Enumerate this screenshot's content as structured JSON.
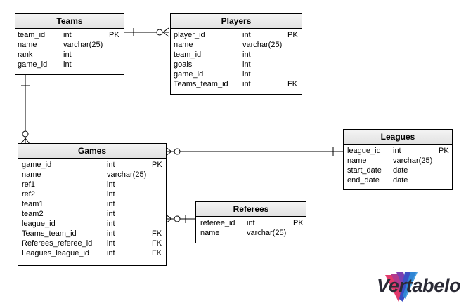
{
  "tables": [
    {
      "key": "teams",
      "name": "Teams",
      "columns": [
        {
          "name": "team_id",
          "type": "int",
          "key": "PK"
        },
        {
          "name": "name",
          "type": "varchar(25)",
          "key": ""
        },
        {
          "name": "rank",
          "type": "int",
          "key": ""
        },
        {
          "name": "game_id",
          "type": "int",
          "key": ""
        }
      ]
    },
    {
      "key": "players",
      "name": "Players",
      "columns": [
        {
          "name": "player_id",
          "type": "int",
          "key": "PK"
        },
        {
          "name": "name",
          "type": "varchar(25)",
          "key": ""
        },
        {
          "name": "team_id",
          "type": "int",
          "key": ""
        },
        {
          "name": "goals",
          "type": "int",
          "key": ""
        },
        {
          "name": "game_id",
          "type": "int",
          "key": ""
        },
        {
          "name": "Teams_team_id",
          "type": "int",
          "key": "FK"
        }
      ]
    },
    {
      "key": "games",
      "name": "Games",
      "columns": [
        {
          "name": "game_id",
          "type": "int",
          "key": "PK"
        },
        {
          "name": "name",
          "type": "varchar(25)",
          "key": ""
        },
        {
          "name": "ref1",
          "type": "int",
          "key": ""
        },
        {
          "name": "ref2",
          "type": "int",
          "key": ""
        },
        {
          "name": "team1",
          "type": "int",
          "key": ""
        },
        {
          "name": "team2",
          "type": "int",
          "key": ""
        },
        {
          "name": "league_id",
          "type": "int",
          "key": ""
        },
        {
          "name": "Teams_team_id",
          "type": "int",
          "key": "FK"
        },
        {
          "name": "Referees_referee_id",
          "type": "int",
          "key": "FK"
        },
        {
          "name": "Leagues_league_id",
          "type": "int",
          "key": "FK"
        }
      ]
    },
    {
      "key": "leagues",
      "name": "Leagues",
      "columns": [
        {
          "name": "league_id",
          "type": "int",
          "key": "PK"
        },
        {
          "name": "name",
          "type": "varchar(25)",
          "key": ""
        },
        {
          "name": "start_date",
          "type": "date",
          "key": ""
        },
        {
          "name": "end_date",
          "type": "date",
          "key": ""
        }
      ]
    },
    {
      "key": "referees",
      "name": "Referees",
      "columns": [
        {
          "name": "referee_id",
          "type": "int",
          "key": "PK"
        },
        {
          "name": "name",
          "type": "varchar(25)",
          "key": ""
        }
      ]
    }
  ],
  "relationships": [
    {
      "from": "Teams",
      "to": "Players",
      "from_end": "one",
      "to_end": "zero-or-many"
    },
    {
      "from": "Teams",
      "to": "Games",
      "from_end": "one",
      "to_end": "zero-or-many"
    },
    {
      "from": "Leagues",
      "to": "Games",
      "from_end": "one",
      "to_end": "zero-or-many"
    },
    {
      "from": "Referees",
      "to": "Games",
      "from_end": "one",
      "to_end": "zero-or-many"
    }
  ],
  "logo": {
    "text": "Vertabelo"
  }
}
